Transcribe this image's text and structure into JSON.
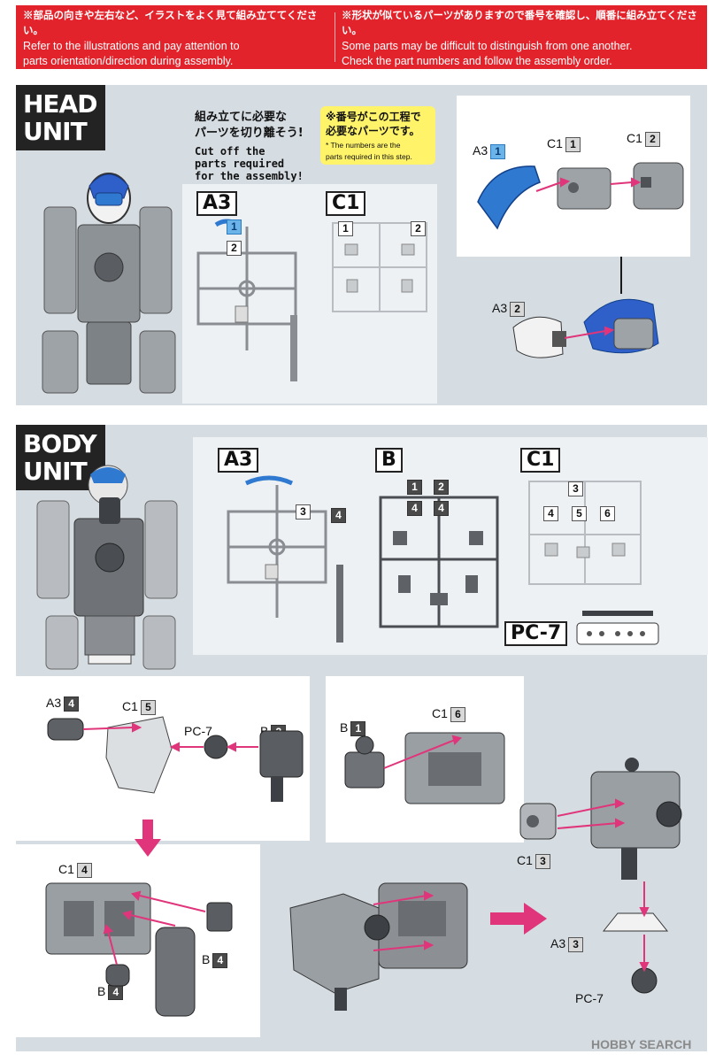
{
  "banner": {
    "left_jp": "※部品の向きや左右など、イラストをよく見て組み立ててください。",
    "left_en_1": "Refer to the illustrations and pay attention to",
    "left_en_2": "parts orientation/direction during assembly.",
    "right_jp": "※形状が似ているパーツがありますので番号を確認し、順番に組み立てください。",
    "right_en_1": "Some parts may be difficult to distinguish from one another.",
    "right_en_2": "Check the part numbers and follow the assembly order."
  },
  "head": {
    "title_1": "HEAD",
    "title_2": "UNIT",
    "cut_jp_1": "組み立てに必要な",
    "cut_jp_2": "パーツを切り離そう!",
    "cut_en_1": "Cut off the",
    "cut_en_2": "parts required",
    "cut_en_3": "for the assembly!",
    "note_jp_1": "※番号がこの工程で",
    "note_jp_2": "必要なパーツです。",
    "note_en_1": "* The numbers are the",
    "note_en_2": "parts required in this step.",
    "runners": {
      "a3": "A3",
      "c1": "C1",
      "a3_n1": "1",
      "a3_n2": "2",
      "c1_n1": "1",
      "c1_n2": "2"
    },
    "steps": {
      "a3_1_code": "A3",
      "a3_1_num": "1",
      "c1_1_code": "C1",
      "c1_1_num": "1",
      "c1_2_code": "C1",
      "c1_2_num": "2",
      "a3_2_code": "A3",
      "a3_2_num": "2"
    }
  },
  "body": {
    "title_1": "BODY",
    "title_2": "UNIT",
    "runners": {
      "a3": "A3",
      "b": "B",
      "c1": "C1",
      "pc7": "PC-7",
      "a3_n3": "3",
      "a3_n4": "4",
      "b_n1": "1",
      "b_n2": "2",
      "b_n3": "4",
      "b_n4": "4",
      "c1_n3": "3",
      "c1_n4": "4",
      "c1_n5": "5",
      "c1_n6": "6"
    },
    "steps": {
      "s1_a3_code": "A3",
      "s1_a3_num": "4",
      "s1_c1_code": "C1",
      "s1_c1_num": "5",
      "s1_pc7": "PC-7",
      "s1_b_code": "B",
      "s1_b_num": "2",
      "s2_b_code": "B",
      "s2_b_num": "1",
      "s2_c1_code": "C1",
      "s2_c1_num": "6",
      "s3_c1_code": "C1",
      "s3_c1_num": "4",
      "s3_b4a_code": "B",
      "s3_b4a_num": "4",
      "s3_b4b_code": "B",
      "s3_b4b_num": "4",
      "s4_c1_code": "C1",
      "s4_c1_num": "3",
      "s4_a3_code": "A3",
      "s4_a3_num": "3",
      "s4_pc7": "PC-7"
    }
  },
  "watermark": "HOBBY SEARCH",
  "colors": {
    "banner": "#e3232b",
    "section_bg": "#d5dce2",
    "title_bg": "#232323",
    "arrow_pink": "#e0357a",
    "part_blue": "#2f7ad0",
    "part_gray": "#8c8f94",
    "note_yellow": "#fff36a"
  }
}
